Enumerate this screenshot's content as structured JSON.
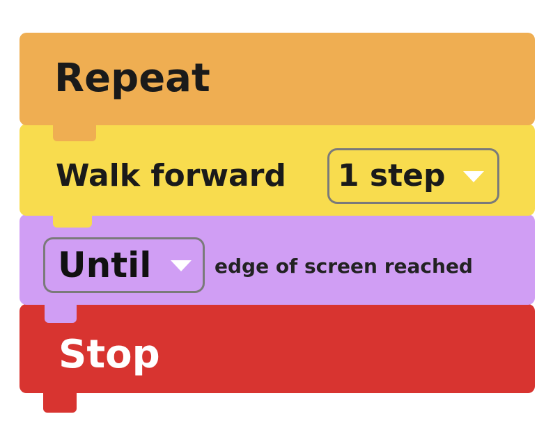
{
  "blocks": {
    "repeat": {
      "label": "Repeat",
      "color": "#efae52"
    },
    "walk": {
      "label": "Walk forward",
      "dropdown_value": "1 step",
      "color": "#f8dc4e"
    },
    "until": {
      "dropdown_value": "Until",
      "condition": "edge of screen reached",
      "color": "#d09ef4"
    },
    "stop": {
      "label": "Stop",
      "color": "#d83430"
    }
  },
  "icons": {
    "dropdown": "triangle-down-icon"
  }
}
